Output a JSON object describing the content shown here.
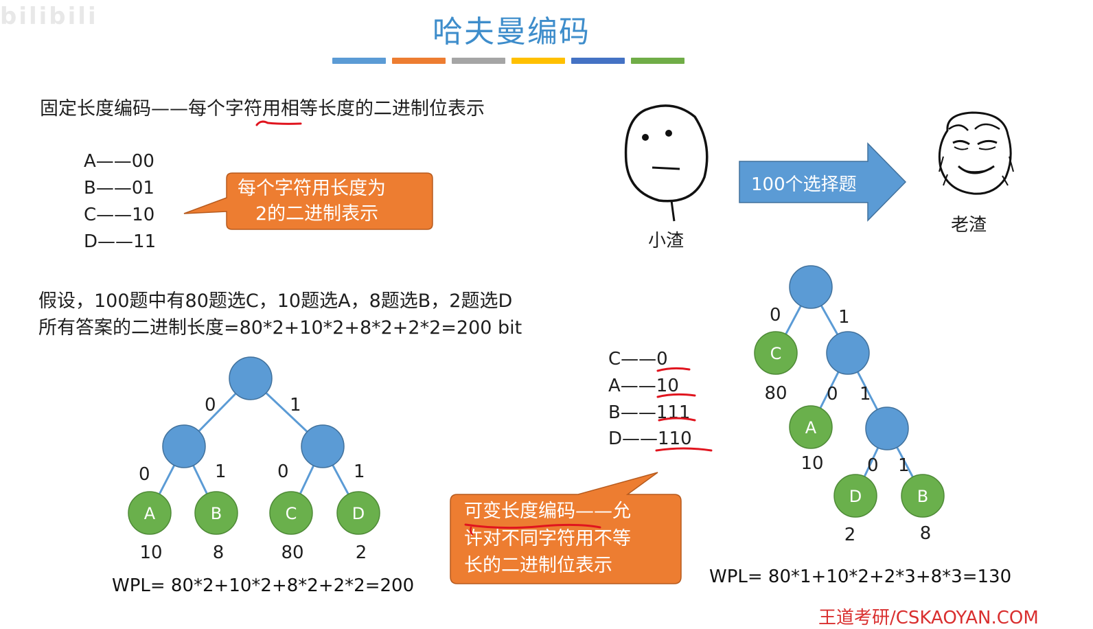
{
  "watermark": "bilibili",
  "title": "哈夫曼编码",
  "color_bars": [
    "#5b9bd5",
    "#ed7d31",
    "#a5a5a5",
    "#ffc000",
    "#4472c4",
    "#70ad47"
  ],
  "fixed_definition": "固定长度编码——每个字符用相等长度的二进制位表示",
  "fixed_codes": [
    "A——00",
    "B——01",
    "C——10",
    "D——11"
  ],
  "callout_fixed": [
    "每个字符用长度为",
    "2的二进制表示"
  ],
  "assumption": "假设，100题中有80题选C，10题选A，8题选B，2题选D",
  "total_length": "所有答案的二进制长度=80*2+10*2+8*2+2*2=200 bit",
  "fixed_tree": {
    "edge_labels": [
      "0",
      "1",
      "0",
      "1",
      "0",
      "1"
    ],
    "leaves": [
      "A",
      "B",
      "C",
      "D"
    ],
    "weights": [
      "10",
      "8",
      "80",
      "2"
    ],
    "wpl": "WPL= 80*2+10*2+8*2+2*2=200"
  },
  "meme": {
    "left_label": "小渣",
    "arrow_text": "100个选择题",
    "right_label": "老渣"
  },
  "variable_codes": [
    {
      "letter": "C——",
      "code": "0"
    },
    {
      "letter": "A——",
      "code": "10"
    },
    {
      "letter": "B——",
      "code": "111"
    },
    {
      "letter": "D——",
      "code": "110"
    }
  ],
  "callout_variable": [
    "可变长度编码——允",
    "许对不同字符用不等",
    "长的二进制位表示"
  ],
  "huffman_tree": {
    "edge_labels": [
      "0",
      "1",
      "0",
      "1",
      "0",
      "1"
    ],
    "leaves": [
      "C",
      "A",
      "D",
      "B"
    ],
    "weights": [
      "80",
      "10",
      "2",
      "8"
    ],
    "wpl": "WPL= 80*1+10*2+2*3+8*3=130"
  },
  "footer": "王道考研/CSKAOYAN.COM",
  "colors": {
    "title": "#3e8dcb",
    "node_blue": "#5b9bd5",
    "node_green": "#6ab04c",
    "callout_orange": "#ed7d31",
    "arrow_blue": "#5b9bd5",
    "annotation_red": "#e0141e",
    "footer_red": "#d92f2f"
  }
}
